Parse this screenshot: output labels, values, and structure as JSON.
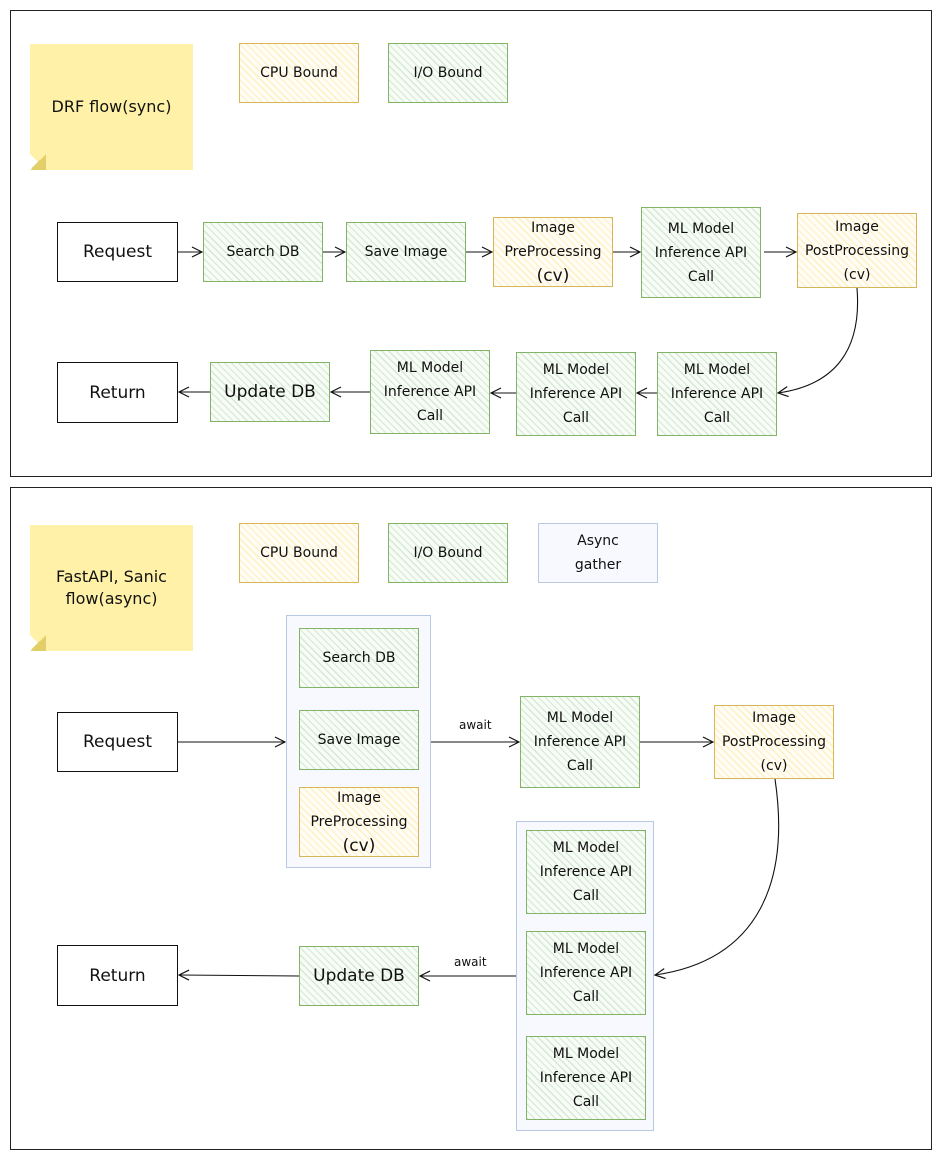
{
  "sync": {
    "note": [
      "DRF",
      "flow(sync)"
    ],
    "legend": {
      "cpu": "CPU Bound",
      "io": "I/O Bound"
    },
    "request": "Request",
    "search_db": "Search DB",
    "save_image": "Save Image",
    "pre": [
      "Image",
      "PreProcessing",
      "(cv)"
    ],
    "ml1": [
      "ML Model",
      "Inference API",
      "Call"
    ],
    "post": [
      "Image",
      "PostProcessing",
      "(cv)"
    ],
    "ml2": [
      "ML Model",
      "Inference API",
      "Call"
    ],
    "ml3": [
      "ML Model",
      "Inference API",
      "Call"
    ],
    "ml4": [
      "ML Model",
      "Inference API",
      "Call"
    ],
    "update_db": "Update DB",
    "return": "Return"
  },
  "async": {
    "note": [
      "FastAPI, Sanic",
      "flow(async)"
    ],
    "legend": {
      "cpu": "CPU Bound",
      "io": "I/O Bound",
      "gather": [
        "Async",
        "gather"
      ]
    },
    "request": "Request",
    "search_db": "Search DB",
    "save_image": "Save Image",
    "pre": [
      "Image",
      "PreProcessing",
      "(cv)"
    ],
    "await1": "await",
    "ml1": [
      "ML Model",
      "Inference API",
      "Call"
    ],
    "post": [
      "Image",
      "PostProcessing",
      "(cv)"
    ],
    "ml2": [
      "ML Model",
      "Inference API",
      "Call"
    ],
    "ml3": [
      "ML Model",
      "Inference API",
      "Call"
    ],
    "ml4": [
      "ML Model",
      "Inference API",
      "Call"
    ],
    "await2": "await",
    "update_db": "Update DB",
    "return": "Return"
  },
  "colors": {
    "io_border": "#82b366",
    "cpu_border": "#d6b656",
    "gather_border": "#b8c9e4",
    "note_fill": "#fff2a8"
  }
}
